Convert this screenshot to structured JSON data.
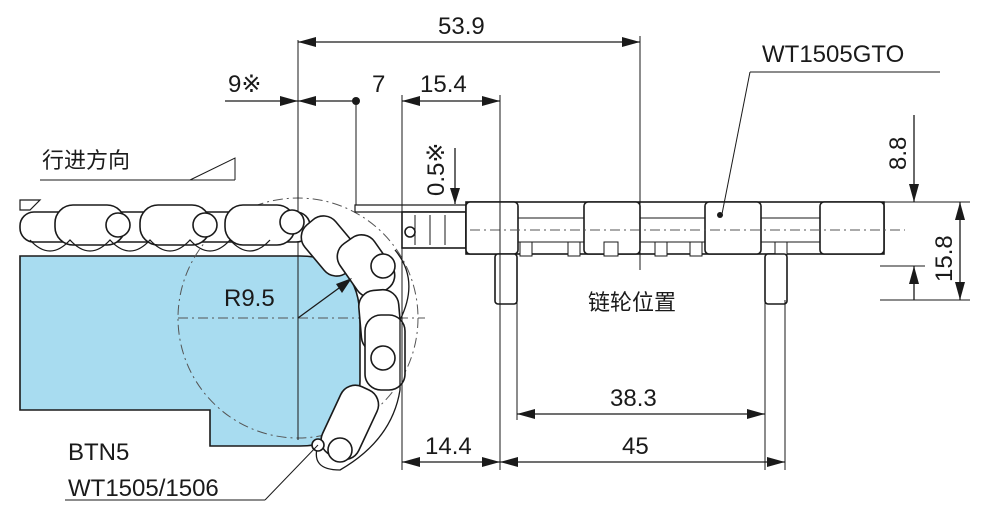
{
  "labels": {
    "direction": "行进方向",
    "sprocket_position": "链轮位置",
    "part_top": "WT1505GTO",
    "part_bottom_1": "BTN5",
    "part_bottom_2": "WT1505/1506"
  },
  "dimensions": {
    "total_width": "53.9",
    "left_offset": "9※",
    "pin_offset": "7",
    "upper_gap": "15.4",
    "clearance": "0.5※",
    "top_height": "8.8",
    "total_height": "15.8",
    "radius": "R9.5",
    "inner_span": "38.3",
    "bottom_gap": "14.4",
    "outer_span": "45"
  },
  "colors": {
    "guide_fill": "#a8dcf0",
    "line": "#1a1a1a"
  }
}
